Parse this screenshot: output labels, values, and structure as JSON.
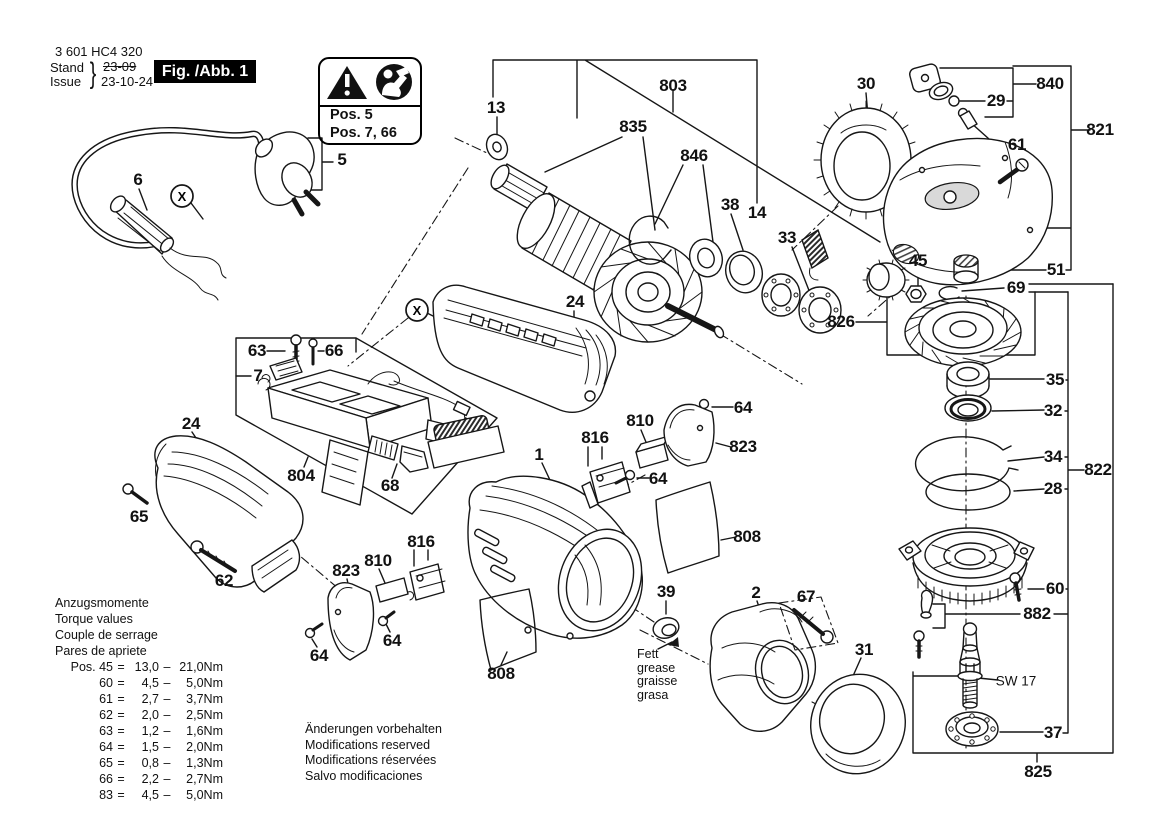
{
  "header": {
    "part_number": "3 601 HC4 320",
    "stand_label": "Stand",
    "issue_label": "Issue",
    "brace": "}",
    "stand_date": "23-09",
    "issue_date": "23-10-24",
    "figure_label": "Fig. /Abb. 1"
  },
  "warning_box": {
    "pos_line1": "Pos. 5",
    "pos_line2": "Pos. 7, 66"
  },
  "symbols": {
    "x": "X"
  },
  "callouts": {
    "c1": "1",
    "c2": "2",
    "c5": "5",
    "c6": "6",
    "c7": "7",
    "c13": "13",
    "c14": "14",
    "c24": "24",
    "c28": "28",
    "c29": "29",
    "c30": "30",
    "c31": "31",
    "c32": "32",
    "c33": "33",
    "c34": "34",
    "c35": "35",
    "c37": "37",
    "c38": "38",
    "c39": "39",
    "c45": "45",
    "c51": "51",
    "c60": "60",
    "c61": "61",
    "c62": "62",
    "c63": "63",
    "c64": "64",
    "c65": "65",
    "c66": "66",
    "c67": "67",
    "c68": "68",
    "c69": "69",
    "c803": "803",
    "c804": "804",
    "c808": "808",
    "c810": "810",
    "c816": "816",
    "c821": "821",
    "c822": "822",
    "c823": "823",
    "c825": "825",
    "c826": "826",
    "c835": "835",
    "c840": "840",
    "c846": "846",
    "c882": "882",
    "sw17": "SW 17"
  },
  "grease_note": {
    "l1": "Fett",
    "l2": "grease",
    "l3": "graisse",
    "l4": "grasa"
  },
  "torque_table": {
    "title_de": "Anzugsmomente",
    "title_en": "Torque values",
    "title_fr": "Couple de serrage",
    "title_es": "Pares de apriete",
    "eq": "=",
    "dash": "–",
    "rows": [
      {
        "pos": "Pos. 45",
        "min": "13,0",
        "max": "21,0Nm"
      },
      {
        "pos": "60",
        "min": "4,5",
        "max": "5,0Nm"
      },
      {
        "pos": "61",
        "min": "2,7",
        "max": "3,7Nm"
      },
      {
        "pos": "62",
        "min": "2,0",
        "max": "2,5Nm"
      },
      {
        "pos": "63",
        "min": "1,2",
        "max": "1,6Nm"
      },
      {
        "pos": "64",
        "min": "1,5",
        "max": "2,0Nm"
      },
      {
        "pos": "65",
        "min": "0,8",
        "max": "1,3Nm"
      },
      {
        "pos": "66",
        "min": "2,2",
        "max": "2,7Nm"
      },
      {
        "pos": "83",
        "min": "4,5",
        "max": "5,0Nm"
      }
    ]
  },
  "notices": {
    "l1": "Änderungen vorbehalten",
    "l2": "Modifications reserved",
    "l3": "Modifications réservées",
    "l4": "Salvo modificaciones"
  }
}
